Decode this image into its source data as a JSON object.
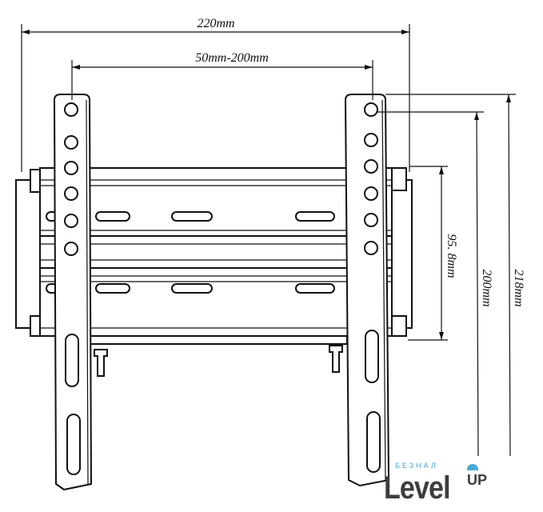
{
  "dimensions": {
    "overall_width": "220mm",
    "hole_spacing_horizontal": "50mm-200mm",
    "wall_plate_height": "95. 8mm",
    "hole_spacing_vertical": "200mm",
    "overall_height": "218mm"
  },
  "logo": {
    "tagline": "БЕЗНАЛ",
    "name": "Level",
    "suffix": "UP",
    "accent_color": "#4aa8d8"
  }
}
